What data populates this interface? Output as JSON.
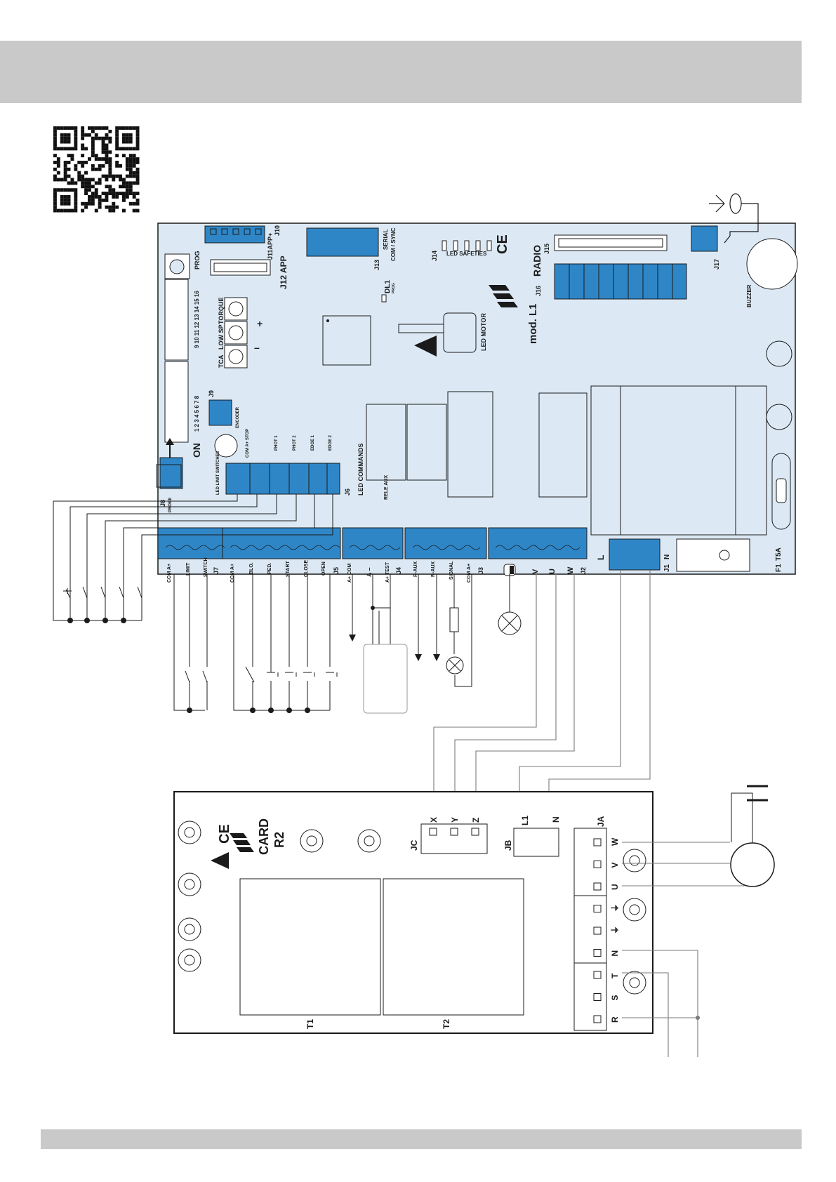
{
  "colors": {
    "board": "#dce9f5",
    "connector": "#2f86c7",
    "line": "#1a1a1a",
    "wire": "#7a7a7a",
    "band": "#c9c9c9"
  },
  "icons": [
    "qr-code-icon",
    "warning-esd-icon",
    "ce-mark-icon",
    "brand-logo-icon",
    "antenna-icon",
    "lamp-icon",
    "motor-icon"
  ],
  "main_board": {
    "model": "mod. L1",
    "prog": "PROG",
    "j12": "J12 APP",
    "j11": "J11APP+",
    "j10": "J10",
    "j13": "J13",
    "serial": "SERIAL",
    "com_sync": "COM / SYNC",
    "j14": "J14",
    "led_safeties": "LED SAFETIES",
    "j15": "J15",
    "radio": "RADIO",
    "j16": "J16",
    "j17": "J17",
    "buzzer": "BUZZER",
    "dl1": "DL1",
    "prog_small": "PROG",
    "tca": "TCA",
    "low_sp": "LOW SP",
    "torque": "TORQUE",
    "led_motor": "LED MOTOR",
    "j9": "J9",
    "encoder": "ENCODER",
    "on": "ON",
    "dip_1_8": "1  2  3  4  5  6  7  8",
    "dip_9_16": "9  10 11 12 13 14 15 16",
    "j8": "J8",
    "probe": "PROBE",
    "led_limit_switches": "LED LIMIT SWITCHES",
    "com_stop": "COM A+ STOP",
    "phot1": "PHOT 1",
    "phot2": "PHOT 2",
    "edge1": "EDGE 1",
    "edge2": "EDGE 2",
    "j6": "J6",
    "led_commands": "LED COMMANDS",
    "rele_aux": "RELE AUX",
    "j7": "J7",
    "j7_com": "COM A+",
    "j7_limit": "LIMIT",
    "j7_switch": "SWITCH",
    "j5": "J5",
    "j5_com": "COM A+",
    "j5_blo": "BLO.",
    "j5_ped": "PED.",
    "j5_start": "START",
    "j5_close": "CLOSE",
    "j5_open": "OPEN",
    "j4": "J4",
    "j4_com": "A+ COM",
    "j4_aminus": "A –",
    "j4_test": "A+ TEST",
    "j3": "J3",
    "j3_raux1": "R-AUX",
    "j3_raux2": "R-AUX",
    "j3_signal": "SIGNAL",
    "j3_com": "COM A+",
    "j2": "J2",
    "j2_v": "V",
    "j2_u": "U",
    "j2_w": "W",
    "j1": "J1",
    "j1_l": "L",
    "j1_n": "N",
    "f1": "F1",
    "t5a": "T5A"
  },
  "card_board": {
    "title": "CARD",
    "model": "R2",
    "jc": "JC",
    "jb": "JB",
    "ja": "JA",
    "x": "X",
    "y": "Y",
    "z": "Z",
    "l1": "L1",
    "n": "N",
    "ja_terms": [
      "W",
      "V",
      "U",
      "⏚",
      "⏚",
      "N",
      "T",
      "S",
      "R"
    ],
    "t1": "T1",
    "t2": "T2"
  }
}
